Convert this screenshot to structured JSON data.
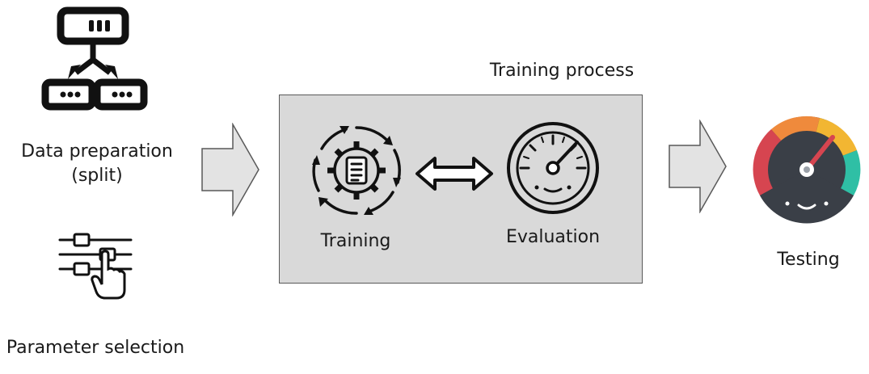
{
  "steps": {
    "data_preparation": {
      "line1": "Data preparation",
      "line2": "(split)"
    },
    "parameter_selection": {
      "label": "Parameter selection"
    },
    "training_process": {
      "title": "Training process",
      "training": "Training",
      "evaluation": "Evaluation"
    },
    "testing": {
      "label": "Testing"
    }
  },
  "icons": {
    "data_split": "data-split-icon",
    "sliders": "sliders-hand-icon",
    "training": "gear-cycle-icon",
    "exchange": "double-arrow-icon",
    "evaluation": "gauge-icon",
    "testing": "colored-gauge-icon",
    "flow_arrow": "block-arrow-icon"
  },
  "colors": {
    "box_fill": "#d9d9d9",
    "box_border": "#595959",
    "arrow_fill": "#e3e3e3",
    "gauge_red": "#d64550",
    "gauge_orange": "#ef8a3c",
    "gauge_yellow": "#f2b632",
    "gauge_teal": "#2fbfa5",
    "gauge_dark": "#3a3f47"
  }
}
